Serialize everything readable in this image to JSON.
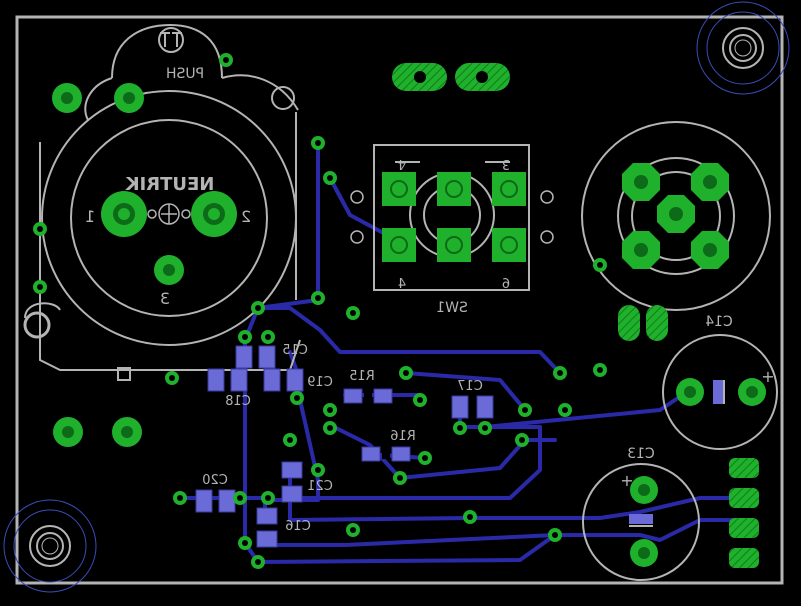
{
  "board": {
    "colors": {
      "background": "#000000",
      "outline": "#b4b4b4",
      "silkscreen": "#b4b4b4",
      "pad": "#1fb02c",
      "pad_dark": "#0d6a18",
      "via": "#1fb02c",
      "smd_pad": "#6b6bd8",
      "trace": "#2a2aa8",
      "drill": "#000000",
      "mount_ring": "#3a4cb8"
    }
  },
  "labels": {
    "push": "PUSH",
    "neutrik": "NEUTRIK",
    "pin1": "1",
    "pin2": "2",
    "pin3": "3",
    "sw1": "SW1",
    "sw_pin1": "1",
    "sw_pin3": "3",
    "sw_pin4": "4",
    "sw_pin6": "6",
    "c14": "C14",
    "c13": "C13",
    "c15": "C15",
    "c19": "C19",
    "c18": "C18",
    "r15": "R15",
    "c17": "C17",
    "r16": "R16",
    "c20": "C20",
    "c21": "C21",
    "c16": "C16",
    "plus_c14": "+",
    "plus_c13": "+"
  }
}
